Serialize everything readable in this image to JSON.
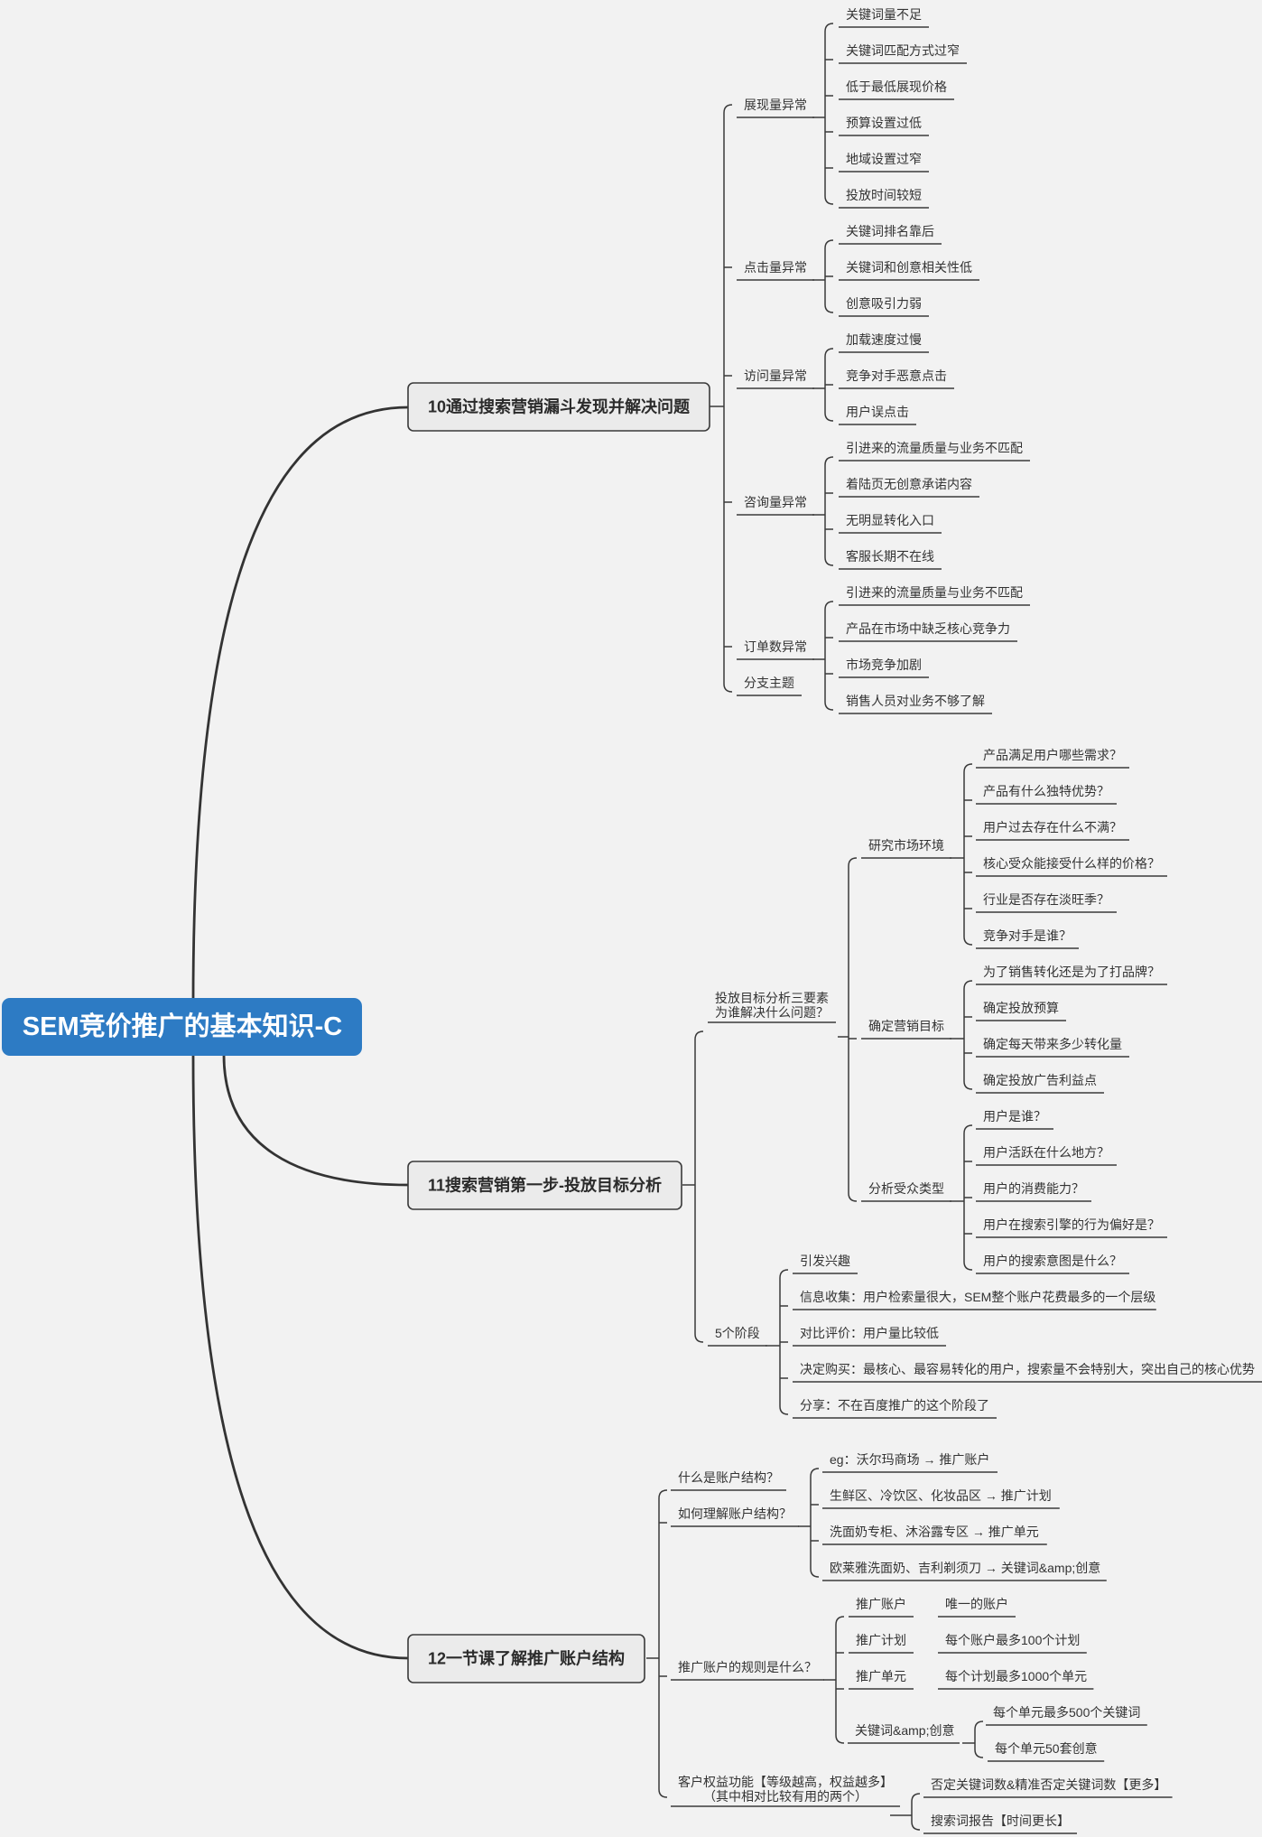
{
  "root": {
    "label": "SEM竞价推广的基本知识-C"
  },
  "branches": [
    {
      "label": "10通过搜索营销漏斗发现并解决问题",
      "children": [
        {
          "label": "展现量异常",
          "children": [
            {
              "label": "关键词量不足"
            },
            {
              "label": "关键词匹配方式过窄"
            },
            {
              "label": "低于最低展现价格"
            },
            {
              "label": "预算设置过低"
            },
            {
              "label": "地域设置过窄"
            },
            {
              "label": "投放时间较短"
            }
          ]
        },
        {
          "label": "点击量异常",
          "children": [
            {
              "label": "关键词排名靠后"
            },
            {
              "label": "关键词和创意相关性低"
            },
            {
              "label": "创意吸引力弱"
            }
          ]
        },
        {
          "label": "访问量异常",
          "children": [
            {
              "label": "加载速度过慢"
            },
            {
              "label": "竞争对手恶意点击"
            },
            {
              "label": "用户误点击"
            }
          ]
        },
        {
          "label": "咨询量异常",
          "children": [
            {
              "label": "引进来的流量质量与业务不匹配"
            },
            {
              "label": "着陆页无创意承诺内容"
            },
            {
              "label": "无明显转化入口"
            },
            {
              "label": "客服长期不在线"
            }
          ]
        },
        {
          "label": "订单数异常",
          "children": [
            {
              "label": "引进来的流量质量与业务不匹配"
            },
            {
              "label": "产品在市场中缺乏核心竞争力"
            },
            {
              "label": "市场竞争加剧"
            },
            {
              "label": "销售人员对业务不够了解"
            }
          ]
        },
        {
          "label": "分支主题"
        }
      ]
    },
    {
      "label": "11搜索营销第一步-投放目标分析",
      "children": [
        {
          "label": "投放目标分析三要素",
          "label2": "为谁解决什么问题？",
          "children": [
            {
              "label": "研究市场环境",
              "children": [
                {
                  "label": "产品满足用户哪些需求？"
                },
                {
                  "label": "产品有什么独特优势？"
                },
                {
                  "label": "用户过去存在什么不满？"
                },
                {
                  "label": "核心受众能接受什么样的价格？"
                },
                {
                  "label": "行业是否存在淡旺季？"
                },
                {
                  "label": "竞争对手是谁？"
                }
              ]
            },
            {
              "label": "确定营销目标",
              "children": [
                {
                  "label": "为了销售转化还是为了打品牌？"
                },
                {
                  "label": "确定投放预算"
                },
                {
                  "label": "确定每天带来多少转化量"
                },
                {
                  "label": "确定投放广告利益点"
                }
              ]
            },
            {
              "label": "分析受众类型",
              "children": [
                {
                  "label": "用户是谁？"
                },
                {
                  "label": "用户活跃在什么地方？"
                },
                {
                  "label": "用户的消费能力？"
                },
                {
                  "label": "用户在搜索引擎的行为偏好是？"
                },
                {
                  "label": "用户的搜索意图是什么？"
                }
              ]
            }
          ]
        },
        {
          "label": "5个阶段",
          "children": [
            {
              "label": "引发兴趣"
            },
            {
              "label": "信息收集：用户检索量很大，SEM整个账户花费最多的一个层级"
            },
            {
              "label": "对比评价：用户量比较低"
            },
            {
              "label": "决定购买：最核心、最容易转化的用户，搜索量不会特别大，突出自己的核心优势"
            },
            {
              "label": "分享：不在百度推广的这个阶段了"
            }
          ]
        }
      ]
    },
    {
      "label": "12一节课了解推广账户结构",
      "children": [
        {
          "label": "什么是账户结构？"
        },
        {
          "label": "如何理解账户结构？",
          "children": [
            {
              "label": "eg：沃尔玛商场 → 推广账户"
            },
            {
              "label": "生鲜区、冷饮区、化妆品区 → 推广计划"
            },
            {
              "label": "洗面奶专柜、沐浴露专区 → 推广单元"
            },
            {
              "label": "欧莱雅洗面奶、吉利剃须刀 → 关键词&amp;创意"
            }
          ]
        },
        {
          "label": "推广账户的规则是什么？",
          "children": [
            {
              "label": "推广账户",
              "children": [
                {
                  "label": "唯一的账户"
                }
              ]
            },
            {
              "label": "推广计划",
              "children": [
                {
                  "label": "每个账户最多100个计划"
                }
              ]
            },
            {
              "label": "推广单元",
              "children": [
                {
                  "label": "每个计划最多1000个单元"
                }
              ]
            },
            {
              "label": "关键词&amp;创意",
              "children": [
                {
                  "label": "每个单元最多500个关键词"
                },
                {
                  "label": "每个单元50套创意"
                }
              ]
            }
          ]
        },
        {
          "label": "客户权益功能【等级越高，权益越多】",
          "label2": "（其中相对比较有用的两个）",
          "children": [
            {
              "label": "否定关键词数&精准否定关键词数【更多】"
            },
            {
              "label": "搜索词报告【时间更长】"
            }
          ]
        }
      ]
    }
  ]
}
